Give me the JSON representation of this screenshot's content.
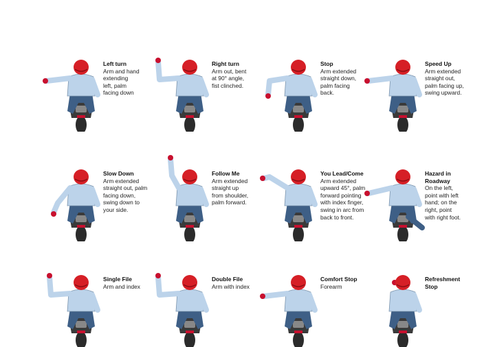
{
  "colors": {
    "helmet": "#d61f26",
    "shirt": "#bcd3ea",
    "jeans": "#3e5f86",
    "tire": "#2b2b2b",
    "glove": "#c8102e"
  },
  "signals": [
    {
      "title": "Left turn",
      "desc": "Arm and hand\nextending\nleft, palm\nfacing down",
      "pose": "left-out"
    },
    {
      "title": "Right turn",
      "desc": "Arm out, bent\nat 90° angle,\nfist clinched.",
      "pose": "left-up-bent"
    },
    {
      "title": "Stop",
      "desc": "Arm extended\nstraight down,\npalm facing\nback.",
      "pose": "left-down-bent"
    },
    {
      "title": "Speed Up",
      "desc": "Arm extended\nstraight out,\npalm facing up,\nswing upward.",
      "pose": "left-out"
    },
    {
      "title": "Slow Down",
      "desc": "Arm extended\nstraight out, palm\nfacing down,\nswing down to\nyour side.",
      "pose": "left-down"
    },
    {
      "title": "Follow Me",
      "desc": "Arm extended\nstraight up\nfrom shoulder,\npalm forward.",
      "pose": "left-up"
    },
    {
      "title": "You Lead/Come",
      "desc": "Arm extended\nupward 45°, palm\nforward pointing\nwith index finger,\nswing in arc from\nback to front.",
      "pose": "left-45"
    },
    {
      "title": "Hazard in\nRoadway",
      "desc": "On the left,\npoint with left\nhand; on the\nright, point\nwith right foot.",
      "pose": "hazard"
    },
    {
      "title": "Single File",
      "desc": "Arm and index",
      "pose": "left-up-bent"
    },
    {
      "title": "Double File",
      "desc": "Arm with index",
      "pose": "left-up-bent"
    },
    {
      "title": "Comfort Stop",
      "desc": "Forearm",
      "pose": "left-out"
    },
    {
      "title": "Refreshment\nStop",
      "desc": "",
      "pose": "head"
    }
  ]
}
